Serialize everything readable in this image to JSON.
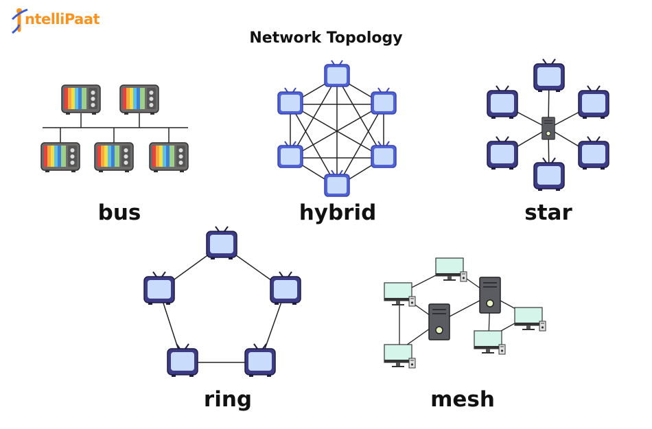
{
  "brand": {
    "logo_text": "ntelliPaat"
  },
  "title": "Network Topology",
  "topologies": {
    "bus": "bus",
    "hybrid": "hybrid",
    "star": "star",
    "ring": "ring",
    "mesh": "mesh"
  },
  "colors": {
    "tv_frame": "#3d3b85",
    "tv_screen": "#c9dcfb",
    "hybrid_frame": "#5162d4",
    "server": "#5a5c62",
    "monitor_screen": "#d6f5ea",
    "brand_orange": "#f7931e",
    "brand_blue": "#3b5bd6"
  }
}
